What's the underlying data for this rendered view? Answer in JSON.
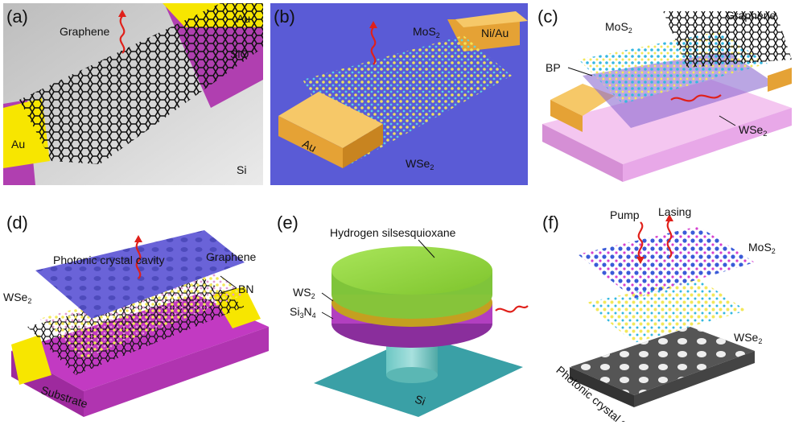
{
  "panels": [
    {
      "id": "a",
      "label": "(a)",
      "texts": {
        "graphene": "Graphene",
        "au_top": "Au",
        "au_left": "Au",
        "sio": "SiO",
        "si": "Si"
      }
    },
    {
      "id": "b",
      "label": "(b)",
      "texts": {
        "mos2_base": "MoS",
        "mos2_sub": "2",
        "niau": "Ni/Au",
        "au": "Au",
        "wse2_base": "WSe",
        "wse2_sub": "2"
      }
    },
    {
      "id": "c",
      "label": "(c)",
      "texts": {
        "mos2_base": "MoS",
        "mos2_sub": "2",
        "graphene": "Graphene",
        "bp": "BP",
        "wse2_base": "WSe",
        "wse2_sub": "2"
      }
    },
    {
      "id": "d",
      "label": "(d)",
      "texts": {
        "cavity": "Photonic crystal cavity",
        "graphene": "Graphene",
        "bn": "BN",
        "wse2_base": "WSe",
        "wse2_sub": "2",
        "substrate": "Substrate"
      }
    },
    {
      "id": "e",
      "label": "(e)",
      "texts": {
        "hsq": "Hydrogen silsesquioxane",
        "ws2_base": "WS",
        "ws2_sub": "2",
        "si3n4_a": "Si",
        "si3n4_b": "3",
        "si3n4_c": "N",
        "si3n4_d": "4",
        "si": "Si"
      }
    },
    {
      "id": "f",
      "label": "(f)",
      "texts": {
        "pump": "Pump",
        "lasing": "Lasing",
        "mos2_base": "MoS",
        "mos2_sub": "2",
        "wse2_base": "WSe",
        "wse2_sub": "2",
        "cavity": "Photonic crystal cavity"
      }
    }
  ],
  "colors": {
    "gold": "#f2b84b",
    "yellow": "#f7e600",
    "purple": "#b03fb0",
    "red": "#e0201a",
    "blue_bg": "#5a5bd6",
    "green": "#8fd23a",
    "teal": "#3aa0a6",
    "dark": "#222222"
  }
}
